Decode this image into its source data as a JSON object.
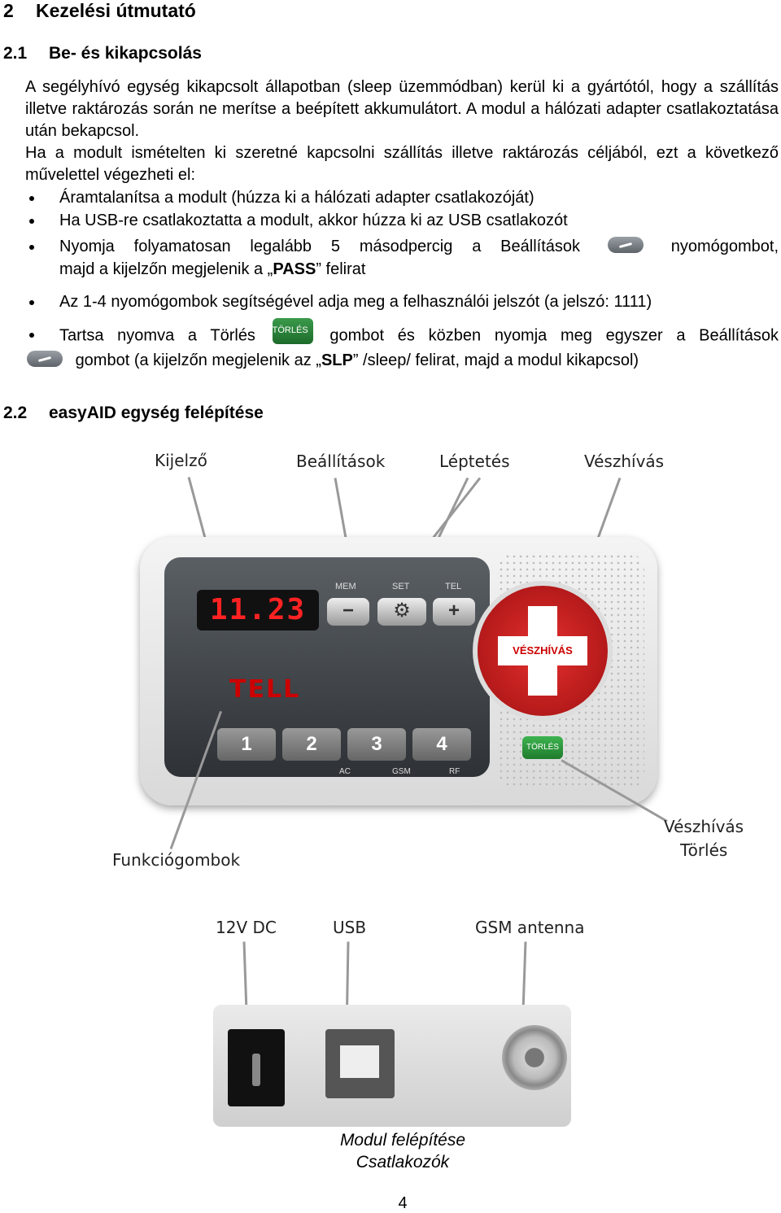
{
  "heading1": {
    "num": "2",
    "title": "Kezelési útmutató"
  },
  "heading2_1": {
    "num": "2.1",
    "title": "Be- és kikapcsolás"
  },
  "para1": "A segélyhívó egység kikapcsolt állapotban (sleep üzemmódban) kerül ki a gyártótól, hogy a szállítás illetve raktározás során ne merítse a beépített akkumulátort. A modul a hálózati adapter csatlakoztatása után bekapcsol.",
  "para2": "Ha a modult ismételten ki szeretné kapcsolni szállítás illetve raktározás céljából, ezt a következő művelettel végezheti el:",
  "bullets": {
    "b1": "Áramtalanítsa a modult (húzza ki a hálózati adapter csatlakozóját)",
    "b2": "Ha USB-re csatlakoztatta a modult, akkor húzza ki az USB csatlakozót",
    "b3_a": "Nyomja folyamatosan legalább 5 másodpercig a Beállítások",
    "b3_b": "nyomógombot,",
    "b3_c": "majd a kijelzőn megjelenik a „",
    "b3_bold": "PASS",
    "b3_d": "” felirat",
    "b4": "Az 1-4 nyomógombok segítségével adja meg a felhasználói jelszót (a jelszó: 1111)",
    "b5_a": "Tartsa nyomva a Törlés",
    "b5_btn": "TÖRLÉS",
    "b5_b": "gombot és közben nyomja meg egyszer a Beállítások",
    "b5_c": "gombot (a kijelzőn megjelenik az „",
    "b5_bold": "SLP",
    "b5_d": "” /sleep/ felirat, majd a modul kikapcsol)"
  },
  "heading2_2": {
    "num": "2.2",
    "title": "easyAID egység felépítése"
  },
  "figure_labels": {
    "kijelzo": "Kijelző",
    "beallitasok": "Beállítások",
    "leptetes": "Léptetés",
    "veszhivas": "Vészhívás",
    "funkciogombok": "Funkciógombok",
    "veszhivas_torles_1": "Vészhívás",
    "veszhivas_torles_2": "Törlés",
    "dc": "12V DC",
    "usb": "USB",
    "gsm": "GSM antenna"
  },
  "device": {
    "display": "11.23",
    "mem": "MEM",
    "set": "SET",
    "tel": "TEL",
    "minus": "−",
    "plus": "+",
    "logo": "TELL",
    "keys": [
      "1",
      "2",
      "3",
      "4"
    ],
    "leds": [
      "AC",
      "GSM",
      "RF"
    ],
    "emergency": "VÉSZHÍVÁS",
    "clear": "TÖRLÉS"
  },
  "caption1": "Modul felépítése",
  "caption2": "Csatlakozók",
  "page_number": "4"
}
